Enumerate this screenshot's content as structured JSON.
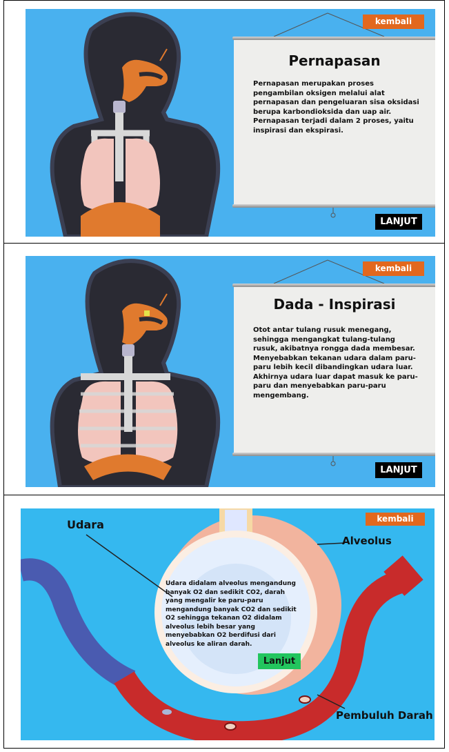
{
  "colors": {
    "slide_bg": "#49b1ef",
    "slide3_bg": "#35b8ef",
    "button_kembali": "#e2681e",
    "button_lanjut": "#000000",
    "button_lanjut3": "#22c55e",
    "board": "#eeeeec",
    "body_silhouette": "#2a2a33",
    "organ_orange": "#e07a2e",
    "lung_pink": "#f2c5bd"
  },
  "slide1": {
    "back_button": "kembali",
    "title": "Pernapasan",
    "body": "Pernapasan merupakan proses pengambilan oksigen melalui alat pernapasan dan pengeluaran sisa oksidasi berupa karbondioksida dan uap air. Pernapasan terjadi dalam 2 proses, yaitu inspirasi dan ekspirasi.",
    "next_button": "LANJUT"
  },
  "slide2": {
    "back_button": "kembali",
    "title": "Dada - Inspirasi",
    "body": "Otot antar tulang rusuk menegang, sehingga mengangkat tulang-tulang rusuk, akibatnya rongga dada membesar. Menyebabkan tekanan udara dalam paru-paru lebih kecil dibandingkan udara luar. Akhirnya udara luar dapat masuk ke paru-paru dan menyebabkan paru-paru mengembang.",
    "next_button": "LANJUT"
  },
  "slide3": {
    "back_button": "kembali",
    "label_udara": "Udara",
    "label_alveolus": "Alveolus",
    "label_pembuluh": "Pembuluh Darah",
    "body": "Udara didalam alveolus mengandung banyak O2 dan sedikit CO2, darah yang mengalir ke paru-paru mengandung banyak CO2 dan sedikit O2 sehingga tekanan O2 didalam alveolus lebih besar yang menyebabkan O2 berdifusi dari alveolus ke aliran darah.",
    "next_button": "Lanjut"
  }
}
